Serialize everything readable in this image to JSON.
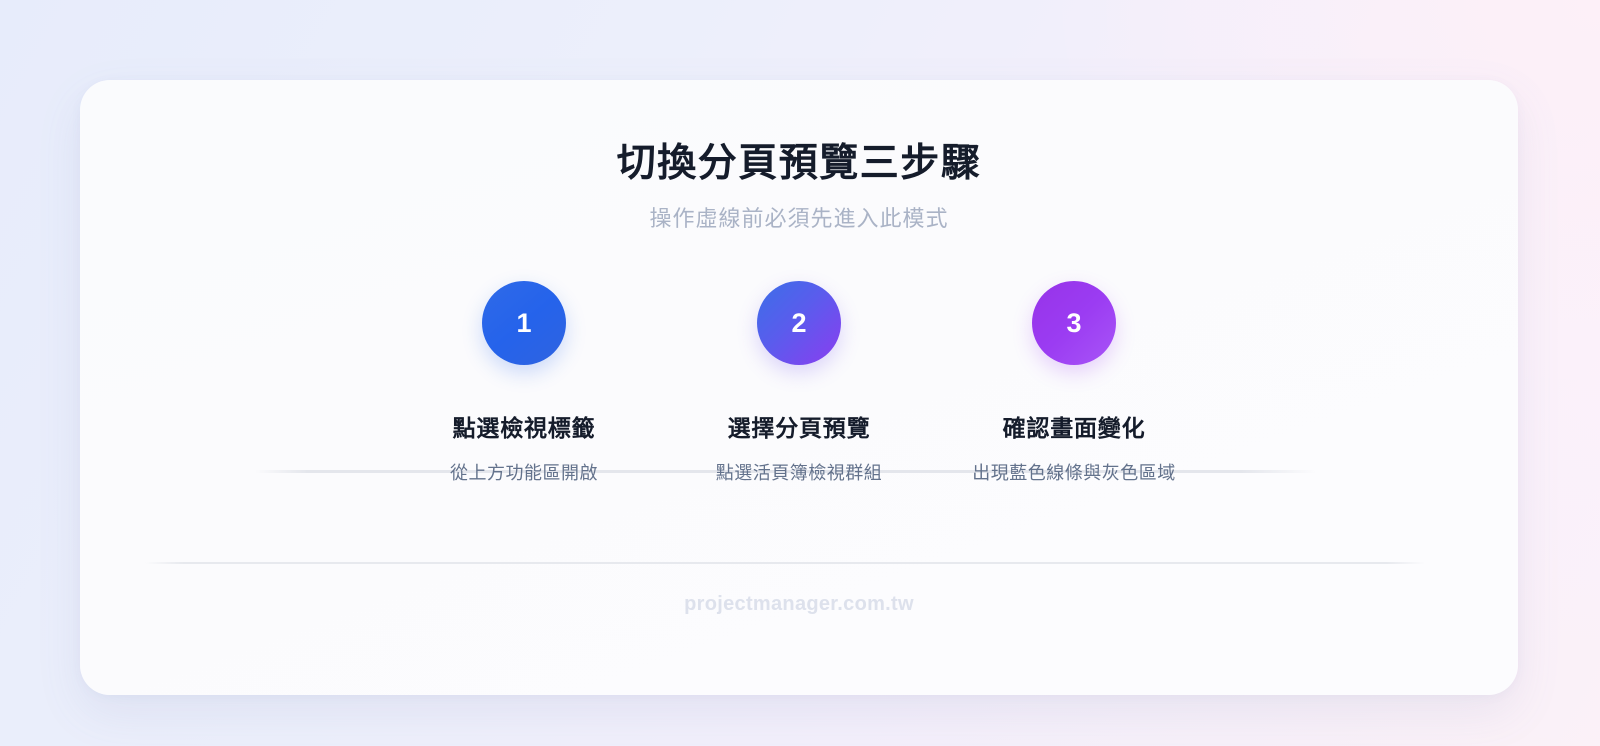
{
  "header": {
    "title": "切換分頁預覽三步驟",
    "subtitle": "操作虛線前必須先進入此模式"
  },
  "steps": [
    {
      "number": "1",
      "title": "點選檢視標籤",
      "description": "從上方功能區開啟",
      "color": "#2563eb"
    },
    {
      "number": "2",
      "title": "選擇分頁預覽",
      "description": "點選活頁簿檢視群組",
      "color": "#5a5ced"
    },
    {
      "number": "3",
      "title": "確認畫面變化",
      "description": "出現藍色線條與灰色區域",
      "color": "#9b3cf2"
    }
  ],
  "footer": {
    "site": "projectmanager.com.tw"
  },
  "theme": {
    "background_left": "#e7ecfb",
    "background_right": "#fbf1f7",
    "card_background": "#fbfbfd",
    "title_color": "#151c2b",
    "subtitle_color": "#aab3c6",
    "description_color": "#63728c",
    "divider_color": "#e7e9ee",
    "connector_color": "#e4e6ec",
    "footer_color": "#dde1ec"
  }
}
